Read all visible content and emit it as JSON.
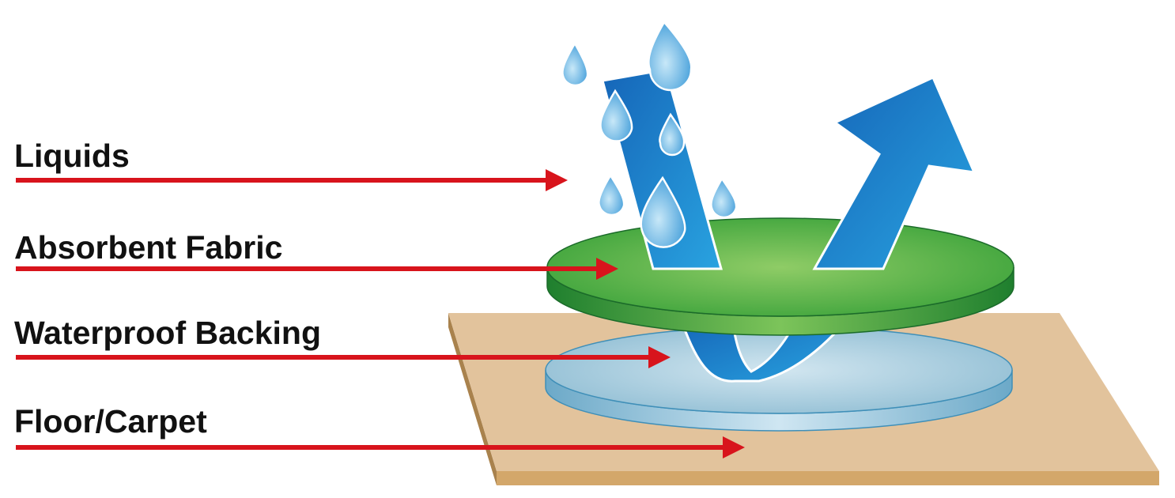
{
  "labels": {
    "liquids": "Liquids",
    "fabric": "Absorbent Fabric",
    "backing": "Waterproof Backing",
    "floor": "Floor/Carpet"
  },
  "colors": {
    "arrow": "#d8141c",
    "fabric": "#5cb848",
    "backing": "#a9cfe0",
    "floor": "#e2c39c",
    "flow": "#1e7fcc"
  }
}
